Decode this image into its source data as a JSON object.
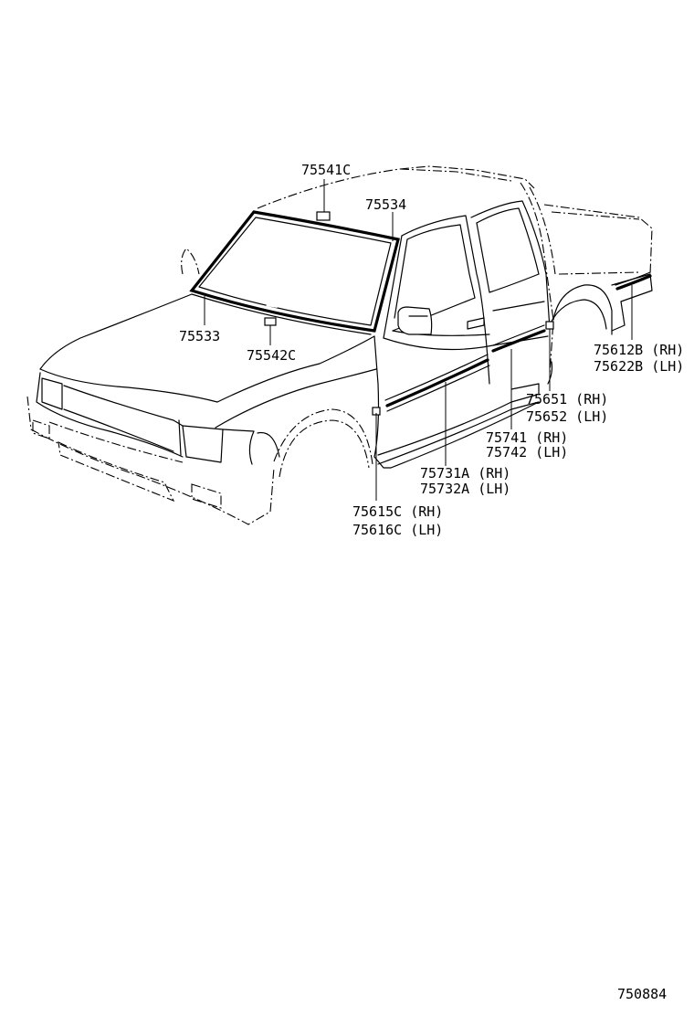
{
  "diagram": {
    "callouts": [
      {
        "id": "75541c",
        "lines": [
          "75541C"
        ]
      },
      {
        "id": "75534",
        "lines": [
          "75534"
        ]
      },
      {
        "id": "75533",
        "lines": [
          "75533"
        ]
      },
      {
        "id": "75542c",
        "lines": [
          "75542C"
        ]
      },
      {
        "id": "75612b",
        "lines": [
          "75612B (RH)",
          "75622B (LH)"
        ]
      },
      {
        "id": "75651",
        "lines": [
          "75651 (RH)",
          "75652 (LH)"
        ]
      },
      {
        "id": "75741",
        "lines": [
          "75741 (RH)",
          "75742 (LH)"
        ]
      },
      {
        "id": "75731a",
        "lines": [
          "75731A (RH)",
          "75732A (LH)"
        ]
      },
      {
        "id": "75615c",
        "lines": [
          "75615C (RH)",
          "75616C (LH)"
        ]
      }
    ],
    "drawing_number": "750884"
  }
}
